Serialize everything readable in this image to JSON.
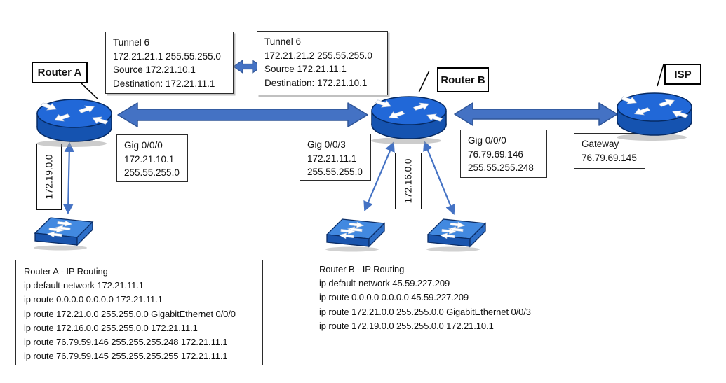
{
  "labels": {
    "router_a": "Router A",
    "router_b": "Router B",
    "isp": "ISP"
  },
  "tunnel_a": {
    "title": "Tunnel 6",
    "address": "172.21.21.1 255.55.255.0",
    "source": "Source 172.21.10.1",
    "destination": "Destination: 172.21.11.1"
  },
  "tunnel_b": {
    "title": "Tunnel 6",
    "address": "172.21.21.2 255.55.255.0",
    "source": "Source 172.21.11.1",
    "destination": "Destination: 172.21.10.1"
  },
  "gig_a": {
    "name": "Gig 0/0/0",
    "ip": "172.21.10.1",
    "mask": "255.55.255.0"
  },
  "gig_b_lan": {
    "name": "Gig 0/0/3",
    "ip": "172.21.11.1",
    "mask": "255.55.255.0"
  },
  "gig_b_wan": {
    "name": "Gig 0/0/0",
    "ip": "76.79.69.146",
    "mask": "255.55.255.248"
  },
  "gateway": {
    "name": "Gateway",
    "ip": "76.79.69.145"
  },
  "networks": {
    "lan_a": "172.19.0.0",
    "lan_b": "172.16.0.0"
  },
  "routing_a": {
    "title": "Router A - IP Routing",
    "lines": [
      "ip default-network 172.21.11.1",
      "ip route 0.0.0.0 0.0.0.0 172.21.11.1",
      "ip route 172.21.0.0 255.255.0.0 GigabitEthernet 0/0/0",
      "ip route 172.16.0.0 255.255.0.0 172.21.11.1",
      "ip route 76.79.59.146 255.255.255.248 172.21.11.1",
      "ip route 76.79.59.145 255.255.255.255 172.21.11.1"
    ]
  },
  "routing_b": {
    "title": "Router B - IP Routing",
    "lines": [
      "ip default-network 45.59.227.209",
      "ip route 0.0.0.0 0.0.0.0 45.59.227.209",
      "ip route 172.21.0.0 255.255.0.0 GigabitEthernet 0/0/3",
      "ip route 172.19.0.0 255.255.0.0 172.21.10.1"
    ]
  },
  "icons": {
    "router": "router-icon",
    "switch": "switch-icon"
  },
  "colors": {
    "arrow_blue": "#4472C4",
    "arrow_border": "#2F5597",
    "device_blue": "#2168D8",
    "device_blue_dark": "#1553B0",
    "switch_top": "#4289E0",
    "box_border": "#2B2B2B"
  }
}
